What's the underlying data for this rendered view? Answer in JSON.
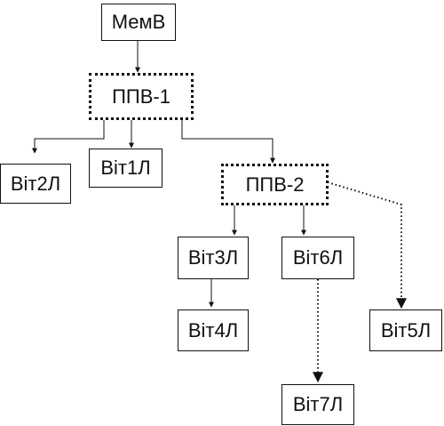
{
  "nodes": {
    "memv": "МемВ",
    "ppv1": "ППВ-1",
    "vit1": "Віт1Л",
    "vit2": "Віт2Л",
    "ppv2": "ППВ-2",
    "vit3": "Віт3Л",
    "vit4": "Віт4Л",
    "vit5": "Віт5Л",
    "vit6": "Віт6Л",
    "vit7": "Віт7Л"
  },
  "edges": [
    {
      "from": "memv",
      "to": "ppv1",
      "style": "solid"
    },
    {
      "from": "ppv1",
      "to": "vit2",
      "style": "solid"
    },
    {
      "from": "ppv1",
      "to": "vit1",
      "style": "solid"
    },
    {
      "from": "ppv1",
      "to": "ppv2",
      "style": "solid"
    },
    {
      "from": "ppv2",
      "to": "vit3",
      "style": "solid"
    },
    {
      "from": "ppv2",
      "to": "vit6",
      "style": "solid"
    },
    {
      "from": "ppv2",
      "to": "vit5",
      "style": "dotted"
    },
    {
      "from": "vit3",
      "to": "vit4",
      "style": "solid"
    },
    {
      "from": "vit6",
      "to": "vit7",
      "style": "dotted"
    }
  ],
  "colors": {
    "line": "#111111",
    "background": "#ffffff"
  }
}
